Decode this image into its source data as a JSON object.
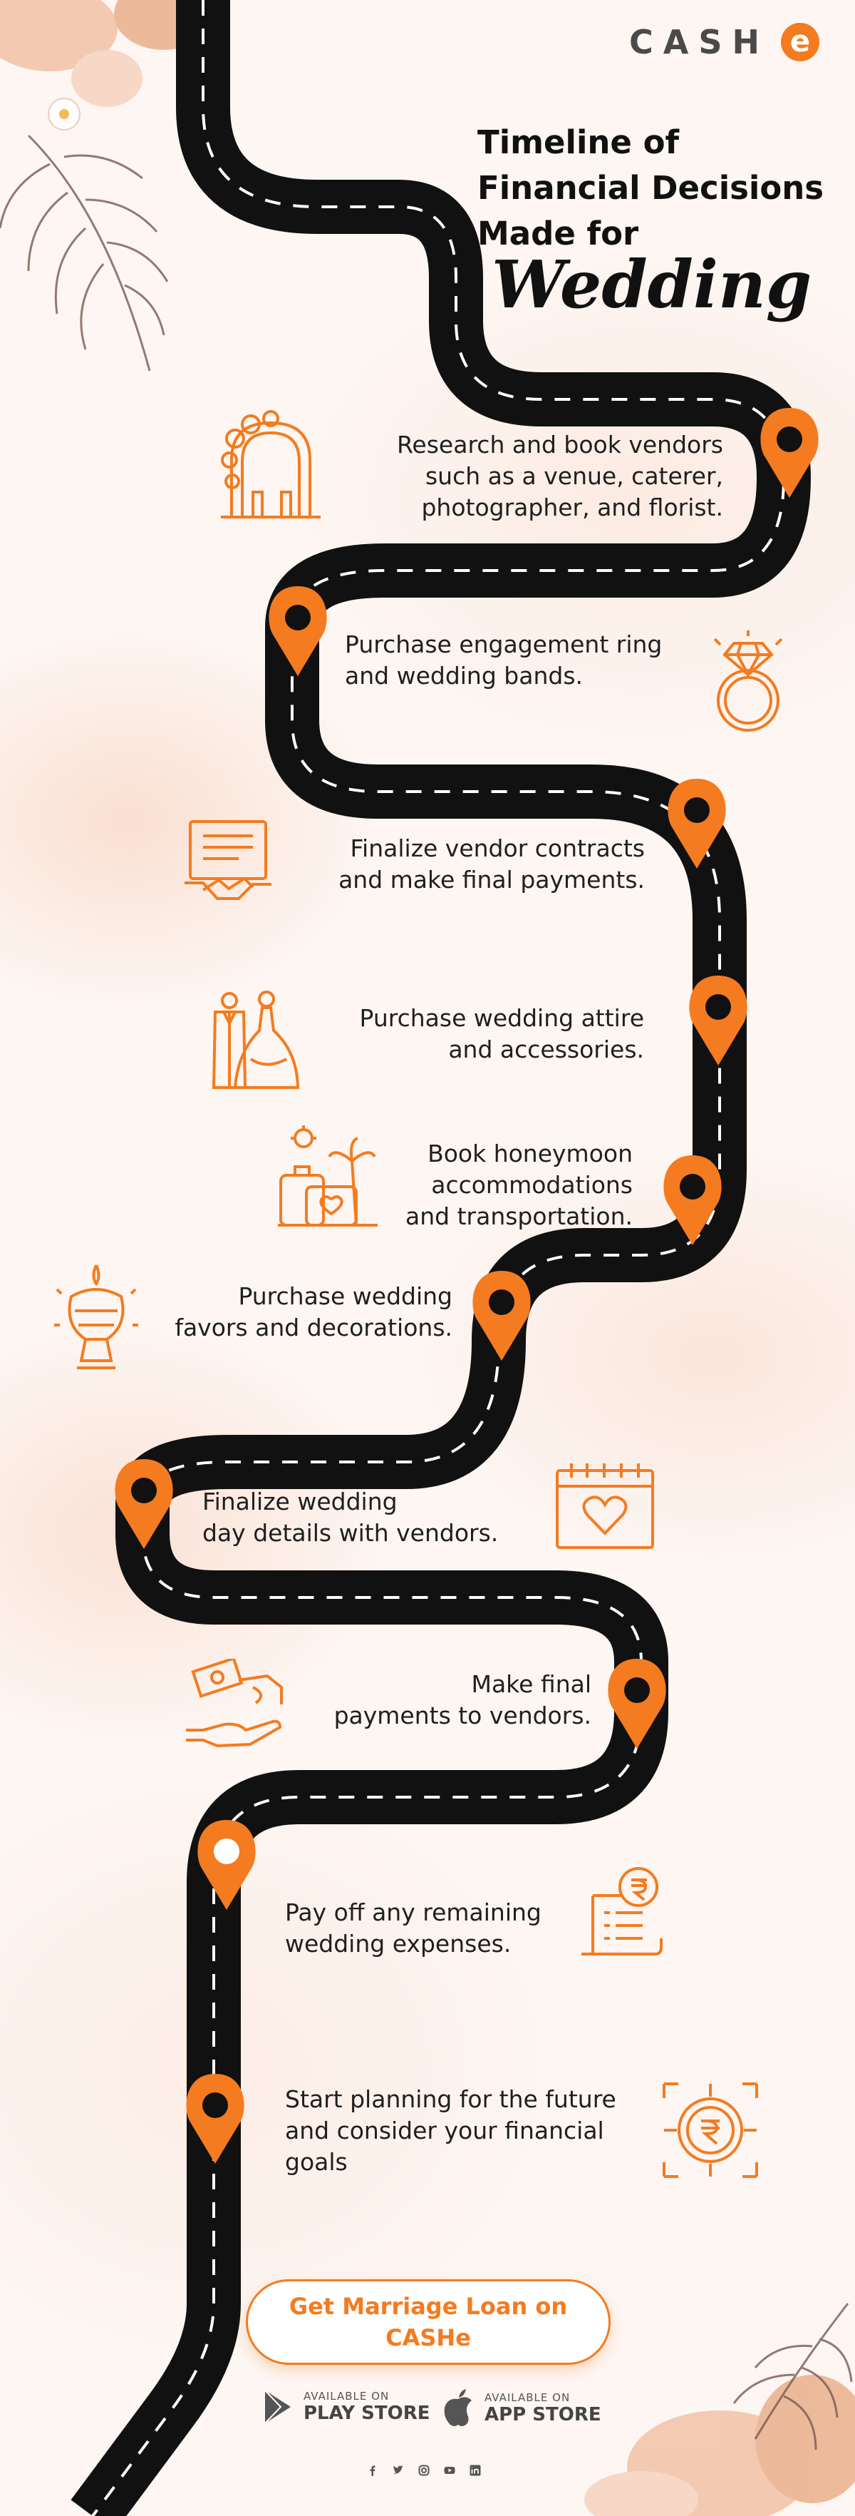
{
  "brand": {
    "logo_text": "CASH",
    "logo_badge": "e"
  },
  "title": {
    "line1": "Timeline of",
    "line2": "Financial Decisions",
    "line3": "Made for",
    "script": "Wedding"
  },
  "steps": [
    {
      "lines": [
        "Research and book vendors",
        "such as a venue, caterer,",
        "photographer, and florist."
      ],
      "icon": "wedding-arch-icon"
    },
    {
      "lines": [
        "Purchase engagement ring",
        "and wedding bands."
      ],
      "icon": "diamond-ring-icon"
    },
    {
      "lines": [
        "Finalize vendor contracts",
        "and make final payments."
      ],
      "icon": "contract-handshake-icon"
    },
    {
      "lines": [
        "Purchase wedding attire",
        "and accessories."
      ],
      "icon": "wedding-attire-icon"
    },
    {
      "lines": [
        "Book honeymoon",
        "accommodations",
        "and transportation."
      ],
      "icon": "luggage-palm-icon"
    },
    {
      "lines": [
        "Purchase wedding",
        "favors and decorations."
      ],
      "icon": "decoration-lamp-icon"
    },
    {
      "lines": [
        "Finalize wedding",
        "day details with vendors."
      ],
      "icon": "calendar-heart-icon"
    },
    {
      "lines": [
        "Make final",
        "payments to vendors."
      ],
      "icon": "money-hands-icon"
    },
    {
      "lines": [
        "Pay off any remaining",
        "wedding expenses."
      ],
      "icon": "rupee-bill-icon"
    },
    {
      "lines": [
        "Start planning for the future",
        "and consider your financial",
        "goals"
      ],
      "icon": "rupee-target-icon"
    }
  ],
  "cta": {
    "line1": "Get Marriage Loan on",
    "line2": "CASHe"
  },
  "stores": {
    "play": {
      "small": "AVAILABLE ON",
      "big": "PLAY STORE",
      "icon": "play-store-icon"
    },
    "app": {
      "small": "AVAILABLE ON",
      "big": "APP STORE",
      "icon": "apple-icon"
    }
  },
  "socials": [
    "facebook-icon",
    "twitter-icon",
    "instagram-icon",
    "youtube-icon",
    "linkedin-icon"
  ],
  "colors": {
    "accent": "#f47b20",
    "road": "#111111",
    "text": "#1f1f1f"
  }
}
